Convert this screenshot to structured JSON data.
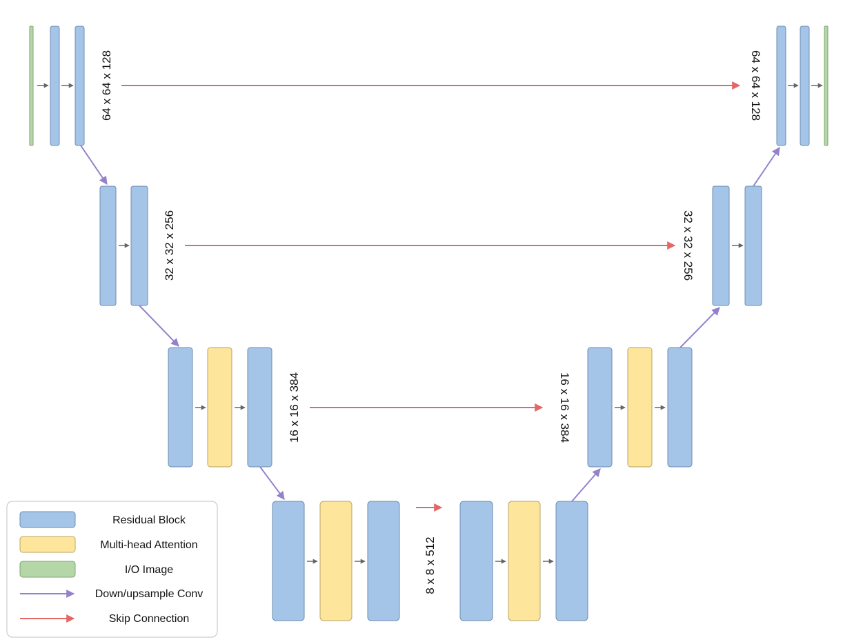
{
  "colors": {
    "residual_block": "#a4c5e8",
    "residual_block_stroke": "#6c8db0",
    "attention": "#fde59b",
    "attention_stroke": "#b8a468",
    "io_image": "#b5d6a6",
    "io_image_stroke": "#7fa472",
    "down_up_arrow": "#9481cc",
    "skip_arrow": "#e46666",
    "small_arrow": "#666666",
    "legend_border": "#c0c0c0"
  },
  "dimensions": {
    "level1": "64 x 64 x 128",
    "level2": "32 x 32 x 256",
    "level3": "16 x 16 x 384",
    "level4": "8 x 8 x 512"
  },
  "legend": {
    "residual_block": "Residual Block",
    "attention": "Multi-head Attention",
    "io_image": "I/O Image",
    "down_up_conv": "Down/upsample Conv",
    "skip_connection": "Skip Connection"
  }
}
